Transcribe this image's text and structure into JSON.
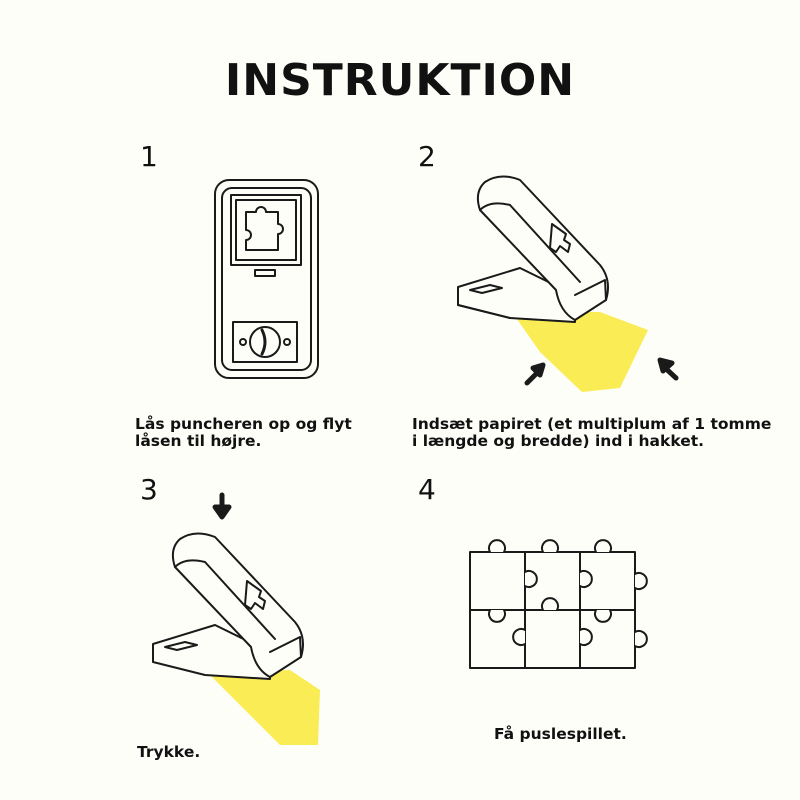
{
  "title": "INSTRUKTION",
  "steps": [
    {
      "number": "1",
      "caption_line1": "Lås puncheren op og flyt",
      "caption_line2": "låsen til højre."
    },
    {
      "number": "2",
      "caption_line1": "Indsæt papiret (et multiplum af 1 tomme",
      "caption_line2": "i længde og bredde) ind i hakket."
    },
    {
      "number": "3",
      "caption_line1": "Trykke."
    },
    {
      "number": "4",
      "caption_line1": "Få puslespillet."
    }
  ],
  "colors": {
    "background": "#fefef9",
    "paper": "#f9ec55",
    "line": "#1a1a1a"
  }
}
